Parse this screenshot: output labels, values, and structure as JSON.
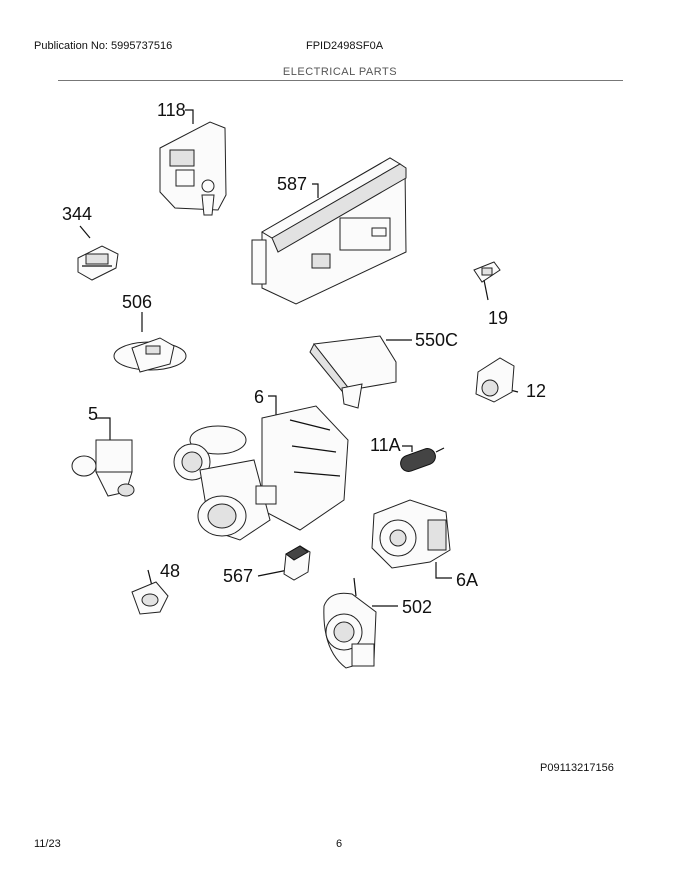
{
  "header": {
    "publication": "Publication No: 5995737516",
    "model": "FPID2498SF0A",
    "section_title": "ELECTRICAL PARTS"
  },
  "parts": [
    {
      "id": "118",
      "label": "118"
    },
    {
      "id": "587",
      "label": "587"
    },
    {
      "id": "344",
      "label": "344"
    },
    {
      "id": "19",
      "label": "19"
    },
    {
      "id": "506",
      "label": "506"
    },
    {
      "id": "550C",
      "label": "550C"
    },
    {
      "id": "12",
      "label": "12"
    },
    {
      "id": "6",
      "label": "6"
    },
    {
      "id": "5",
      "label": "5"
    },
    {
      "id": "11A",
      "label": "11A"
    },
    {
      "id": "48",
      "label": "48"
    },
    {
      "id": "567",
      "label": "567"
    },
    {
      "id": "6A",
      "label": "6A"
    },
    {
      "id": "502",
      "label": "502"
    }
  ],
  "footer": {
    "drawing_id": "P09113217156",
    "date": "11/23",
    "page": "6"
  }
}
